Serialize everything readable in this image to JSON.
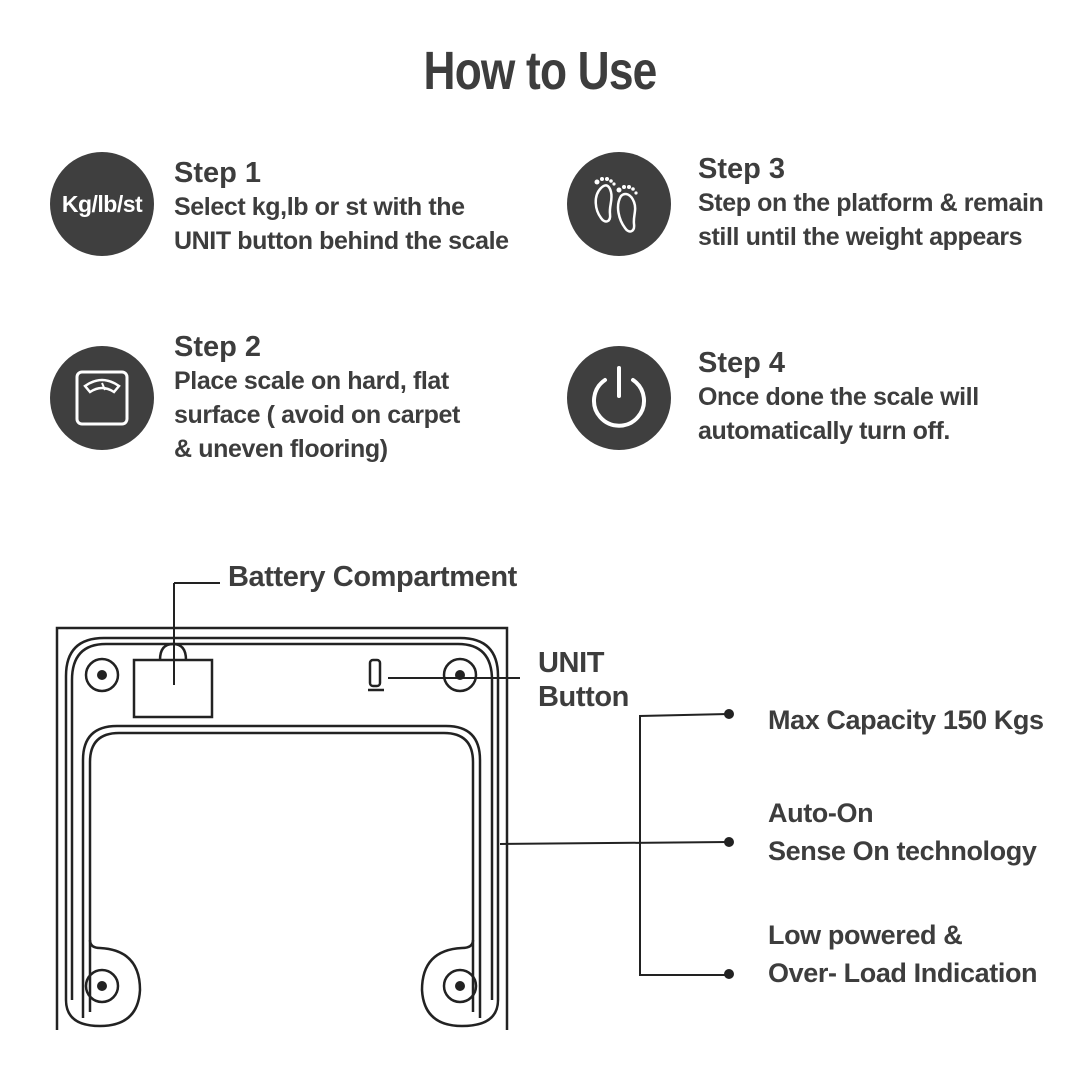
{
  "title": "How to Use",
  "steps": [
    {
      "title": "Step 1",
      "lines": [
        "Select kg,lb or st with the",
        "UNIT button behind the scale"
      ],
      "icon_text": "Kg/lb/st",
      "icon": "unit-text-icon"
    },
    {
      "title": "Step 2",
      "lines": [
        "Place scale on hard, flat",
        "surface ( avoid on carpet",
        "& uneven flooring)"
      ],
      "icon": "scale-icon"
    },
    {
      "title": "Step 3",
      "lines": [
        "Step on the platform & remain",
        "still until the weight appears"
      ],
      "icon": "footprints-icon"
    },
    {
      "title": "Step 4",
      "lines": [
        "Once done the scale will",
        "automatically turn off."
      ],
      "icon": "power-icon"
    }
  ],
  "diagram": {
    "battery_label": "Battery Compartment",
    "unit_label_line1": "UNIT",
    "unit_label_line2": "Button",
    "features": [
      {
        "lines": [
          "Max Capacity 150 Kgs"
        ]
      },
      {
        "lines": [
          "Auto-On",
          "Sense On technology"
        ]
      },
      {
        "lines": [
          "Low powered &",
          "Over- Load Indication"
        ]
      }
    ]
  },
  "colors": {
    "icon_circle": "#3f3f3f",
    "text": "#3d3d3d",
    "line": "#222222"
  }
}
